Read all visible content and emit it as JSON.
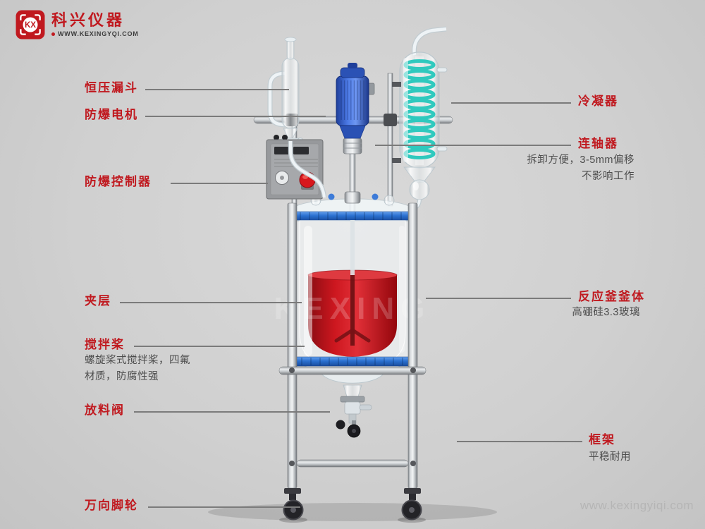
{
  "page": {
    "background": "#d0d0d0",
    "watermark_text": "www.kexingyiqi.com"
  },
  "logo": {
    "icon_text": "KX",
    "brand_name": "科兴仪器",
    "website": "WWW.KEXINGYQI.COM"
  },
  "illustration": {
    "vessel_watermark": "KEXING"
  },
  "callouts_left": [
    {
      "id": "constant-pressure-funnel",
      "title": "恒压漏斗"
    },
    {
      "id": "explosion-proof-motor",
      "title": "防爆电机"
    },
    {
      "id": "explosion-proof-controller",
      "title": "防爆控制器"
    },
    {
      "id": "jacket-layer",
      "title": "夹层"
    },
    {
      "id": "stirring-paddle",
      "title": "搅拌桨",
      "subtitle": "螺旋桨式搅拌桨，四氟\n材质，防腐性强"
    },
    {
      "id": "discharge-valve",
      "title": "放料阀"
    },
    {
      "id": "universal-caster",
      "title": "万向脚轮"
    }
  ],
  "callouts_right": [
    {
      "id": "condenser",
      "title": "冷凝器"
    },
    {
      "id": "coupling",
      "title": "连轴器",
      "subtitle": "拆卸方便，3-5mm偏移\n不影响工作"
    },
    {
      "id": "reactor-body",
      "title": "反应釜釜体",
      "subtitle": "高硼硅3.3玻璃"
    },
    {
      "id": "frame",
      "title": "框架",
      "subtitle": "平稳耐用"
    }
  ],
  "colors": {
    "label_red": "#c0191f",
    "subtitle_gray": "#4d4d4d",
    "leader_line": "#7b7b7b",
    "motor_blue": "#3a66d0",
    "clamp_blue": "#2a70d0",
    "coil_teal": "#2fc9be",
    "liquid_red": "#cd171f"
  }
}
